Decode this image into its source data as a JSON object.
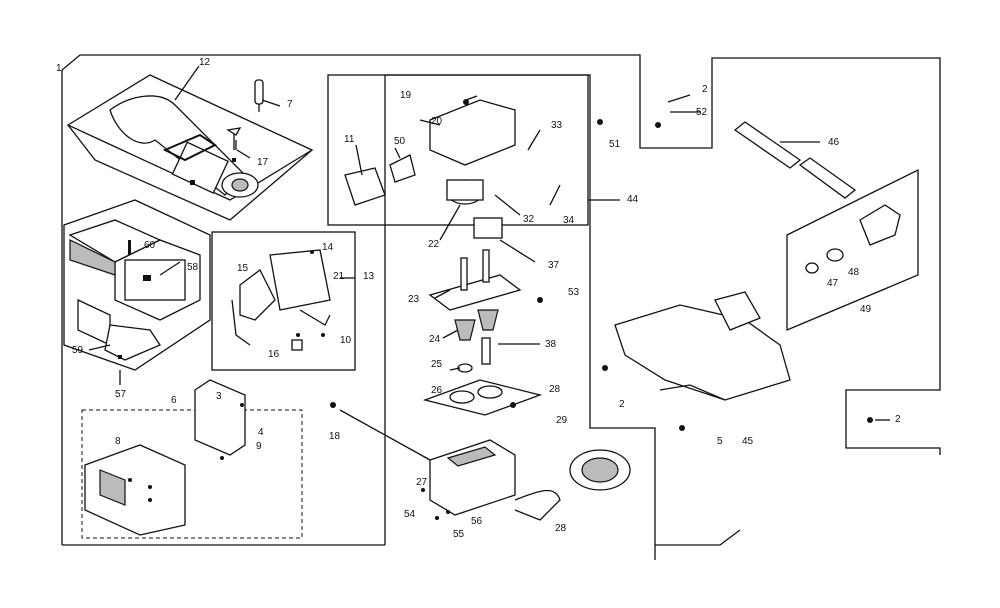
{
  "callouts": {
    "c1": "1",
    "c2a": "2",
    "c2b": "2",
    "c2c": "2",
    "c3": "3",
    "c4": "4",
    "c5": "5",
    "c6": "6",
    "c7": "7",
    "c8": "8",
    "c9": "9",
    "c10": "10",
    "c11": "11",
    "c12": "12",
    "c13": "13",
    "c14": "14",
    "c15": "15",
    "c16": "16",
    "c17": "17",
    "c18": "18",
    "c19": "19",
    "c20": "20",
    "c21": "21",
    "c22": "22",
    "c23": "23",
    "c24": "24",
    "c25": "25",
    "c26": "26",
    "c27": "27",
    "c28a": "28",
    "c28b": "28",
    "c29": "29",
    "c32": "32",
    "c33": "33",
    "c34": "34",
    "c37": "37",
    "c38": "38",
    "c44": "44",
    "c45": "45",
    "c46": "46",
    "c47": "47",
    "c48": "48",
    "c49": "49",
    "c50": "50",
    "c51": "51",
    "c52": "52",
    "c53": "53",
    "c54": "54",
    "c55": "55",
    "c56": "56",
    "c57": "57",
    "c58": "58",
    "c59": "59",
    "c60": "60"
  }
}
